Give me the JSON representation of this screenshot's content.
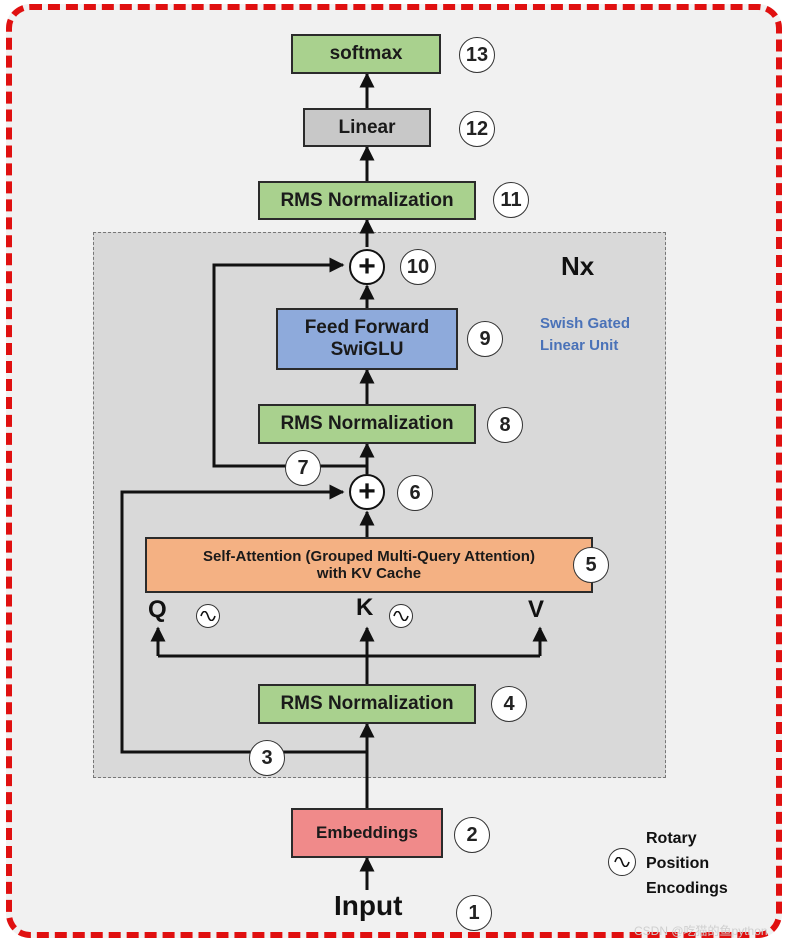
{
  "blocks": {
    "softmax": "softmax",
    "linear": "Linear",
    "rms_top": "RMS Normalization",
    "feed_forward_line1": "Feed Forward",
    "feed_forward_line2": "SwiGLU",
    "rms_ffn": "RMS Normalization",
    "attention_line1": "Self-Attention  (Grouped Multi-Query Attention)",
    "attention_line2": "with KV Cache",
    "rms_attn": "RMS Normalization",
    "embeddings": "Embeddings",
    "input": "Input"
  },
  "step_numbers": {
    "n1": "1",
    "n2": "2",
    "n3": "3",
    "n4": "4",
    "n5": "5",
    "n6": "6",
    "n7": "7",
    "n8": "8",
    "n9": "9",
    "n10": "10",
    "n11": "11",
    "n12": "12",
    "n13": "13"
  },
  "qkv": {
    "q": "Q",
    "k": "K",
    "v": "V"
  },
  "residual_symbol": "+",
  "repeat_label": "Nx",
  "swish_note": {
    "line1": "Swish Gated",
    "line2": "Linear Unit"
  },
  "legend": {
    "line1": "Rotary",
    "line2": "Position",
    "line3": "Encodings"
  },
  "watermark": "CSDN @吃猫的鱼python",
  "colors": {
    "frame_border": "#e01010",
    "rms_green": "#a9d18e",
    "linear_gray": "#c8c8c8",
    "feed_forward_blue": "#8eaadb",
    "attention_orange": "#f4b183",
    "embeddings_pink": "#f08a8a",
    "swish_note_text": "#4a72b8"
  }
}
